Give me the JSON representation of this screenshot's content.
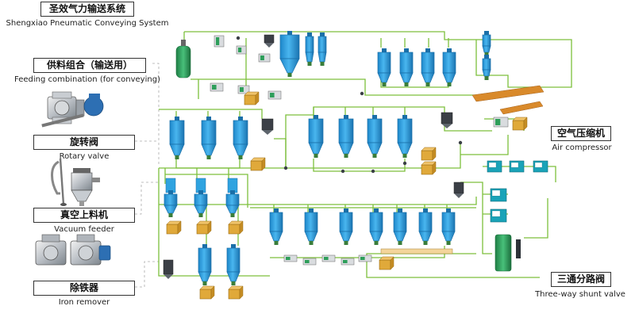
{
  "brand": {
    "title_cn": "圣效气力输送系统",
    "title_en": "Shengxiao Pneumatic Conveying System"
  },
  "components": [
    {
      "cn": "供料组合（输送用）",
      "en": "Feeding combination (for conveying)"
    },
    {
      "cn": "旋转阀",
      "en": "Rotary valve"
    },
    {
      "cn": "真空上料机",
      "en": "Vacuum feeder"
    },
    {
      "cn": "除铁器",
      "en": "Iron remover"
    }
  ],
  "callouts": [
    {
      "cn": "空气压缩机",
      "en": "Air compressor"
    },
    {
      "cn": "三通分路阀",
      "en": "Three-way shunt valve"
    }
  ],
  "colors": {
    "pipe": "#7dbf3c",
    "silo": "#2f9fdc",
    "silo_dark": "#1a6fa8",
    "tank_green": "#2e9e5a",
    "box": "#e0a93a",
    "conveyor": "#d98a2b",
    "machine": "#3a8fc8",
    "panel": "#1aa3b8",
    "dashed": "#999999"
  },
  "icons": [
    "rotary-feeder-icon",
    "vacuum-wand-icon",
    "vacuum-feeder-icon",
    "iron-remover-icon",
    "silo-icon",
    "cabinet-icon",
    "box-icon",
    "compressor-icon",
    "three-way-valve-icon",
    "air-tank-icon"
  ]
}
